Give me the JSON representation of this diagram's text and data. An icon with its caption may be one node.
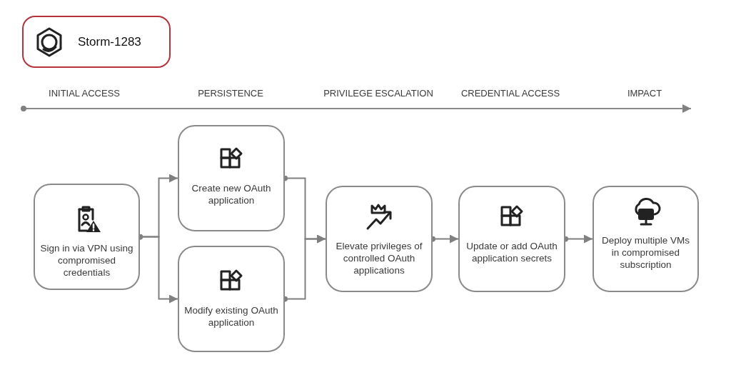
{
  "diagram": {
    "nodes": [
      {
        "text": [
          "Storm-1283"
        ]
      },
      {
        "text": [
          "Sign in via VPN using compromised credentials"
        ]
      },
      {
        "text": [
          "Create new OAuth application"
        ]
      },
      {
        "text": [
          "Modify existing OAuth application"
        ]
      },
      {
        "text": [
          "Elevate privileges of controlled OAuth applications"
        ]
      },
      {
        "text": [
          "Update or add OAuth application secrets"
        ]
      },
      {
        "text": [
          "Deploy multiple VMs in compromised subscription"
        ]
      }
    ],
    "edges": [
      {
        "from": 1,
        "to": 2,
        "arrow": "to"
      },
      {
        "from": 1,
        "to": 3,
        "arrow": "to"
      },
      {
        "from": 2,
        "to": 4,
        "arrow": "to"
      },
      {
        "from": 3,
        "to": 4,
        "arrow": "to"
      },
      {
        "from": 4,
        "to": 5,
        "arrow": "to"
      },
      {
        "from": 5,
        "to": 6,
        "arrow": "to"
      }
    ],
    "labels": [
      "INITIAL ACCESS",
      "PERSISTENCE",
      "PRIVILEGE ESCALATION",
      "CREDENTIAL ACCESS",
      "IMPACT"
    ]
  }
}
